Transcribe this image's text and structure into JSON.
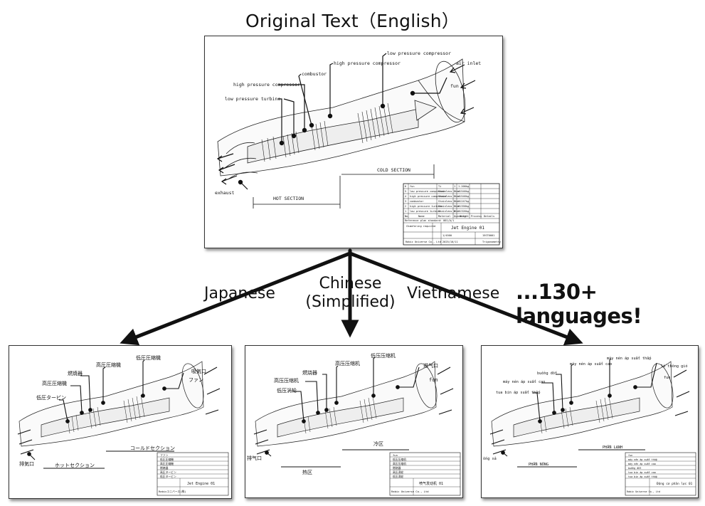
{
  "title": "Original Text（English）",
  "branches": {
    "japanese": "Japanese",
    "chinese_line1": "Chinese",
    "chinese_line2": "(Simplified)",
    "vietnamese": "Vietnamese",
    "more": "...130+ languages!"
  },
  "english": {
    "labels": {
      "lpc_top": "low pressure compressor",
      "air_inlet": "air inlet",
      "hpc_top": "high pressure compressor",
      "combustor": "combustor",
      "hpc": "high pressure compressor",
      "lpt": "low pressure turbine",
      "fun": "fun",
      "exhaust": "exhaust",
      "hot": "HOT SECTION",
      "cold": "COLD SECTION"
    },
    "table_rows": [
      [
        "6",
        "fun",
        "Ti",
        "1",
        "1.200kg"
      ],
      [
        "5",
        "low pressure compressor",
        "Stainless Steel",
        "1",
        "4.546kg"
      ],
      [
        "4",
        "high pressure compressor",
        "Stainless Steel",
        "1",
        "4.546kg"
      ],
      [
        "3",
        "combustor",
        "Stainless Steel",
        "1",
        "1.247kg"
      ],
      [
        "2",
        "high pressure turbine",
        "Stainless Steel",
        "1",
        "6.358kg"
      ],
      [
        "1",
        "low pressure turbine",
        "Stainless Steel",
        "6",
        "1.326kg"
      ]
    ],
    "table_header": [
      "No.",
      "Name",
      "Material",
      "Quantity",
      "Weight",
      "Process",
      "Details"
    ],
    "ref_line": "Reference plan standard: 001/A/1",
    "remark": "Chamfering required",
    "drawing_title": "Jet Engine 01",
    "company": "Rabic Universe Co., Ltd",
    "scale": "1/4500",
    "date": "2025/10/11",
    "drawing_no": "15ST0001",
    "projection": "Trigonometry"
  },
  "japanese": {
    "labels": {
      "lpc_top": "低圧圧縮機",
      "air_inlet": "吸気口",
      "hpc_top": "高圧圧縮機",
      "combustor": "燃焼器",
      "hpc": "高圧圧縮機",
      "lpt": "低圧タービン",
      "fun": "ファン",
      "exhaust": "排気口",
      "hot": "ホットセクション",
      "cold": "コールドセクション"
    },
    "drawing_title": "Jet Engine 01",
    "company": "Rabicユニバース(株)",
    "rows": [
      "ファン",
      "低圧圧縮機",
      "高圧圧縮機",
      "燃焼器",
      "高圧タービン",
      "低圧タービン"
    ]
  },
  "chinese": {
    "labels": {
      "lpc_top": "低压压缩机",
      "air_inlet": "进气口",
      "hpc_top": "高压压缩机",
      "combustor": "燃烧器",
      "hpc": "高压压缩机",
      "lpt": "低压涡轮",
      "fun": "fun",
      "exhaust": "排气口",
      "hot": "热区",
      "cold": "冷区"
    },
    "drawing_title": "喷气发动机 01",
    "company": "Rabic Universe Co., Ltd",
    "rows": [
      "fun",
      "低压压缩机",
      "高压压缩机",
      "燃烧器",
      "高压涡轮",
      "低压涡轮"
    ]
  },
  "vietnamese": {
    "labels": {
      "lpc_top": "máy nén áp suất thấp",
      "air_inlet": "lỗ thông gió",
      "hpc_top": "máy nén áp suất cao",
      "combustor": "buồng đốt",
      "hpc": "máy nén áp suất cao",
      "lpt": "tua bin áp suất thấp",
      "fun": "fun",
      "exhaust": "ống xả",
      "hot": "PHẦN NÓNG",
      "cold": "PHẦN LẠNH"
    },
    "drawing_title": "Động cơ phản lực 01",
    "company": "Rabic Universe Co., Ltd",
    "rows": [
      "fun",
      "máy nén áp suất thấp",
      "máy nén áp suất cao",
      "buồng đốt",
      "tua bin áp suất cao",
      "tua bin áp suất thấp"
    ]
  }
}
